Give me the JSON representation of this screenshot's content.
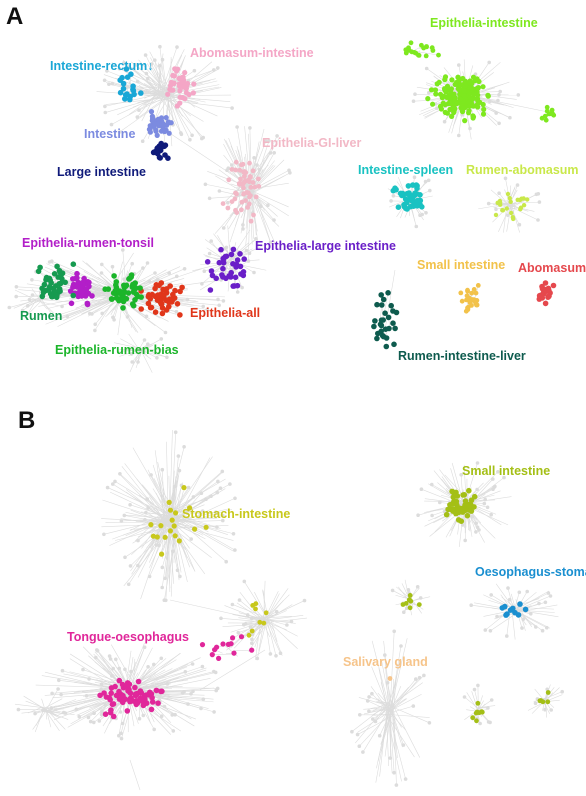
{
  "panels": [
    {
      "letter": "A",
      "clusters": [
        {
          "id": "intestine-rectum",
          "label": "Intestine-rectum↓",
          "color": "#1aa7d6"
        },
        {
          "id": "abomasum-intestine",
          "label": "Abomasum-intestine",
          "color": "#f4a6c6"
        },
        {
          "id": "intestine",
          "label": "Intestine",
          "color": "#7c8be0"
        },
        {
          "id": "large-intestine",
          "label": "Large intestine",
          "color": "#0f1a7a"
        },
        {
          "id": "epithelia-gi-liver",
          "label": "Epithelia-GI-liver",
          "color": "#f2b8c6"
        },
        {
          "id": "epithelia-intestine",
          "label": "Epithelia-intestine",
          "color": "#7ee81f"
        },
        {
          "id": "intestine-spleen",
          "label": "Intestine-spleen",
          "color": "#19c2c2"
        },
        {
          "id": "rumen-abomasum",
          "label": "Rumen-abomasum",
          "color": "#c9e84a"
        },
        {
          "id": "epithelia-rumen-tonsil",
          "label": "Epithelia-rumen-tonsil",
          "color": "#b21ec8"
        },
        {
          "id": "epithelia-large-intestine",
          "label": "Epithelia-large intestine",
          "color": "#6a1fc8"
        },
        {
          "id": "rumen",
          "label": "Rumen",
          "color": "#169a50"
        },
        {
          "id": "epithelia-all",
          "label": "Epithelia-all",
          "color": "#e0361a"
        },
        {
          "id": "epithelia-rumen-bias",
          "label": "Epithelia-rumen-bias",
          "color": "#1bb52a"
        },
        {
          "id": "small-intestine",
          "label": "Small intestine",
          "color": "#f2c24a"
        },
        {
          "id": "abomasum",
          "label": "Abomasum",
          "color": "#e5484d"
        },
        {
          "id": "rumen-intestine-liver",
          "label": "Rumen-intestine-liver",
          "color": "#0e5b4e"
        }
      ]
    },
    {
      "letter": "B",
      "clusters": [
        {
          "id": "small-intestine-b",
          "label": "Small intestine",
          "color": "#a4bf16"
        },
        {
          "id": "stomach-intestine",
          "label": "Stomach-intestine",
          "color": "#c8c81c"
        },
        {
          "id": "oesophagus-stomach",
          "label": "Oesophagus-stomach",
          "color": "#1a8fd0"
        },
        {
          "id": "tongue-oesophagus",
          "label": "Tongue-oesophagus",
          "color": "#e0279a"
        },
        {
          "id": "salivary-gland",
          "label": "Salivary gland",
          "color": "#f6c48a"
        }
      ]
    }
  ],
  "background_color": "#dcdcdc"
}
